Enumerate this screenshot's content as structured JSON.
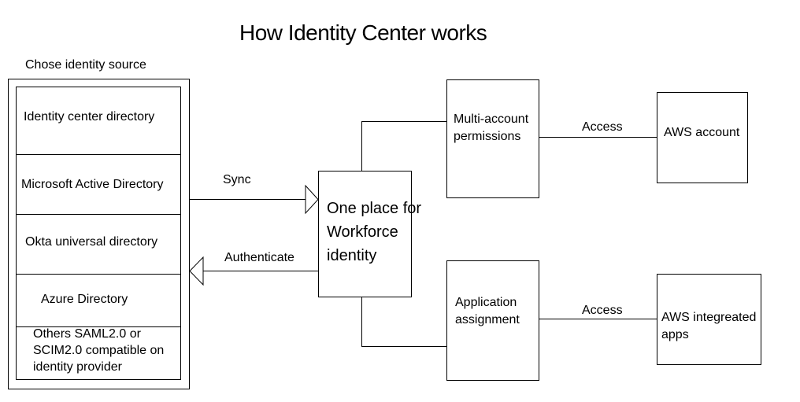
{
  "title": "How Identity Center works",
  "source_panel": {
    "heading": "Chose identity source",
    "items": [
      "Identity center directory",
      "Microsoft Active Directory",
      "Okta universal directory",
      "Azure Directory",
      "Others SAML2.0 or SCIM2.0 compatible on identity provider"
    ],
    "last_item_lines": [
      "Others SAML2.0 or",
      "SCIM2.0 compatible on",
      "identity provider"
    ]
  },
  "center": {
    "lines": [
      "One place for",
      "Workforce",
      "identity"
    ]
  },
  "multi_account": {
    "lines": [
      "Multi-account",
      "permissions"
    ]
  },
  "app_assignment": {
    "lines": [
      "Application",
      "assignment"
    ]
  },
  "aws_account": {
    "label": "AWS account"
  },
  "aws_apps": {
    "lines": [
      "AWS integreated",
      "apps"
    ]
  },
  "edges": {
    "sync": "Sync",
    "authenticate": "Authenticate",
    "access_top": "Access",
    "access_bottom": "Access"
  }
}
